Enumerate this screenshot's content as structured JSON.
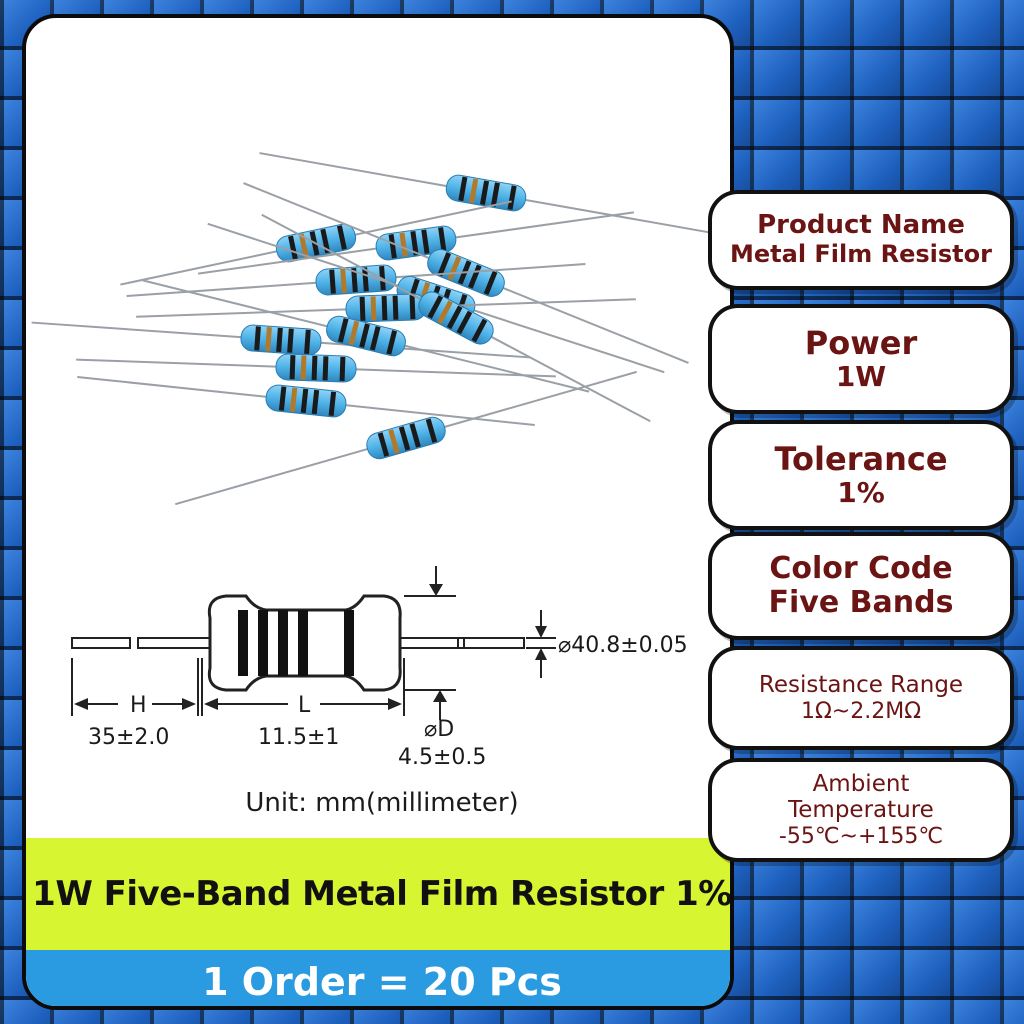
{
  "specs": [
    {
      "label": "Product Name",
      "value": "Metal Film Resistor"
    },
    {
      "label": "Power",
      "value": "1W"
    },
    {
      "label": "Tolerance",
      "value": "1%"
    },
    {
      "label": "Color Code",
      "value": "Five Bands"
    },
    {
      "label": "Resistance Range",
      "value": "1Ω~2.2MΩ"
    },
    {
      "label": "Ambient Temperature",
      "value": "-55℃~+155℃"
    }
  ],
  "diagram": {
    "h_label": "H",
    "h_value": "35±2.0",
    "l_label": "L",
    "l_value": "11.5±1",
    "d_label": "⌀D",
    "d_value": "4.5±0.5",
    "lead_diameter": "⌀40.8±0.05"
  },
  "unit_text": "Unit: mm(millimeter)",
  "banner_title": "1W Five-Band Metal Film Resistor 1%",
  "banner_order": "1 Order = 20 Pcs",
  "colors": {
    "resistor_body": "#4fb3e8",
    "band_dark": "#1a1a1a",
    "band_gold": "#b07a2a",
    "banner_green": "#d8f532",
    "banner_blue": "#2a9be0",
    "spec_text": "#6b1414"
  }
}
